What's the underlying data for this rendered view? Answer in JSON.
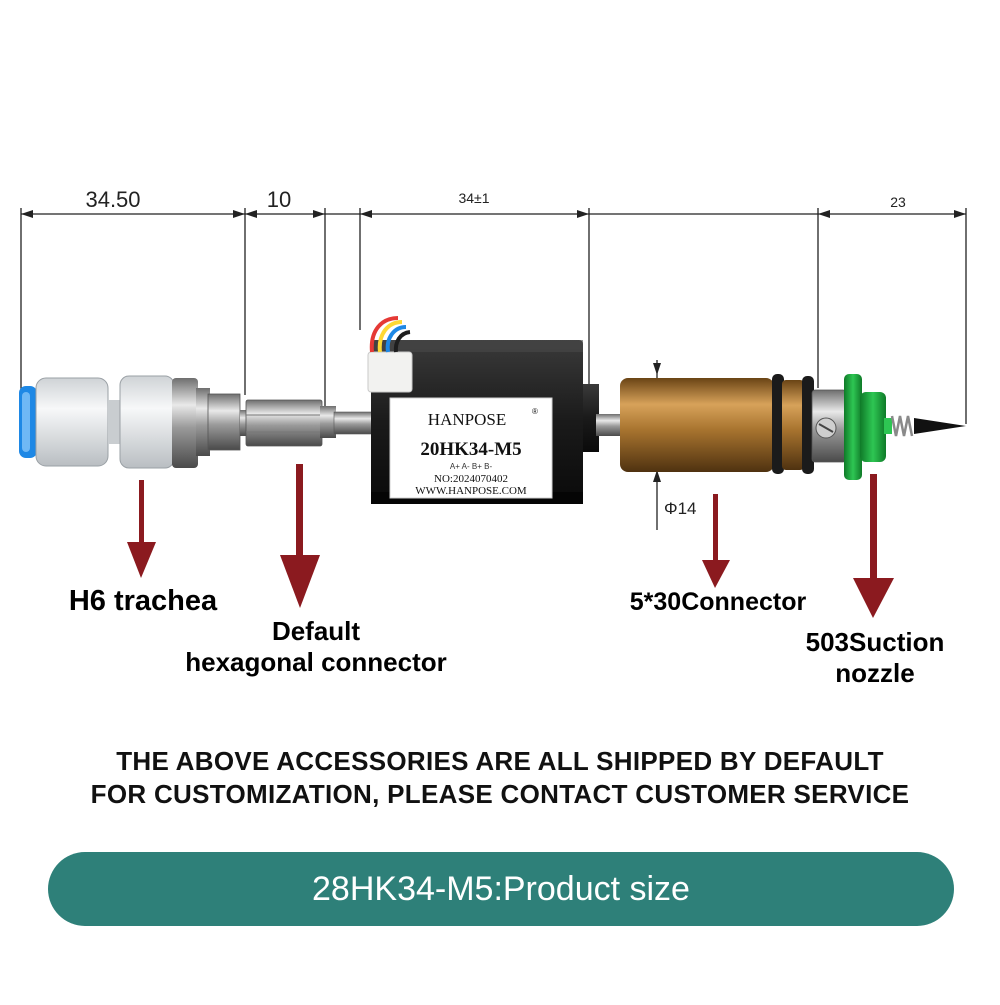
{
  "dimensions": {
    "d1": "34.50",
    "d2": "10",
    "d3": "34±1",
    "d4": "23",
    "diameter": "Φ14"
  },
  "motor": {
    "brand": "HANPOSE",
    "model": "20HK34-M5",
    "pins": "A+  A-  B+  B-",
    "serial": "NO:2024070402",
    "website": "WWW.HANPOSE.COM"
  },
  "callouts": {
    "trachea": "H6 trachea",
    "hex_line1": "Default",
    "hex_line2": "hexagonal connector",
    "connector": "5*30Connector",
    "nozzle_line1": "503Suction",
    "nozzle_line2": "nozzle"
  },
  "notice": {
    "line1": "THE ABOVE ACCESSORIES ARE ALL SHIPPED BY DEFAULT",
    "line2": "FOR CUSTOMIZATION, PLEASE CONTACT CUSTOMER SERVICE"
  },
  "banner": {
    "text": "28HK34-M5:Product size"
  },
  "colors": {
    "arrow": "#8b1a1f",
    "banner": "#2e8079",
    "fitting_blue": "#1e88e5",
    "nozzle_green": "#1faa3c",
    "brass": "#a8742f"
  }
}
